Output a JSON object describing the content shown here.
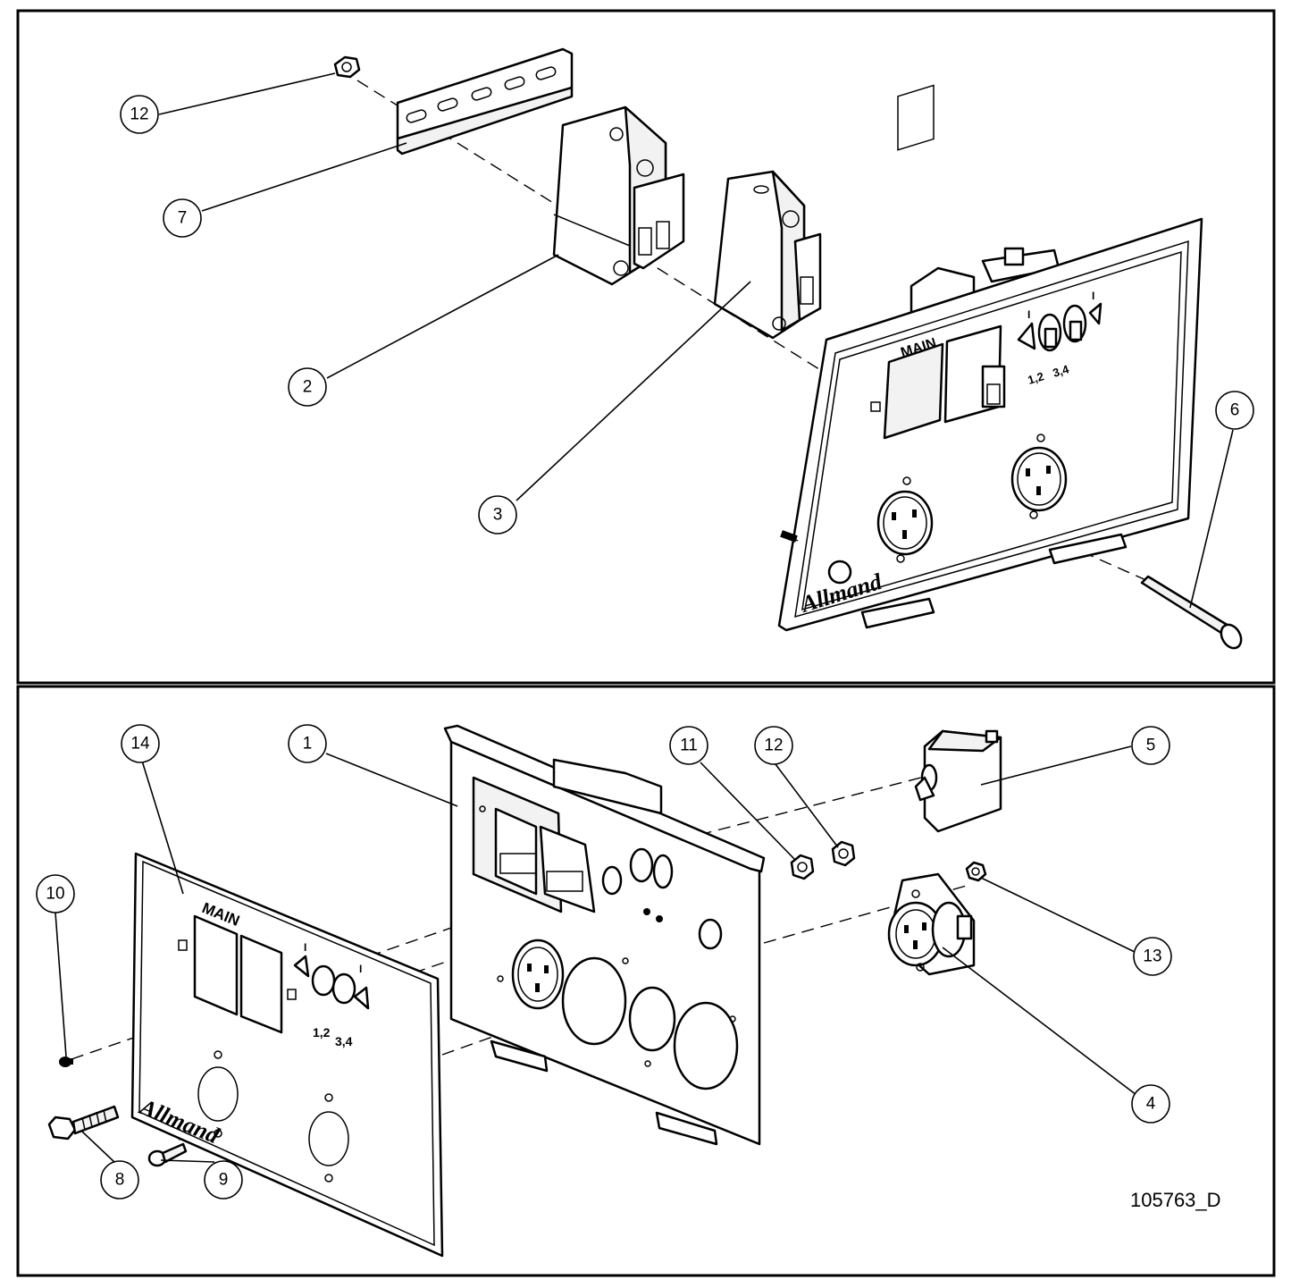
{
  "balloons": {
    "top": {
      "b12": "12",
      "b7": "7",
      "b2": "2",
      "b3": "3",
      "b6": "6"
    },
    "bottom": {
      "b14": "14",
      "b1": "1",
      "b11": "11",
      "b12": "12",
      "b5": "5",
      "b10": "10",
      "b13": "13",
      "b4": "4",
      "b8": "8",
      "b9": "9"
    }
  },
  "panel_markings": {
    "main_label": "MAIN",
    "brand": "Allmand",
    "circuit_a": "1,2",
    "circuit_b": "3,4",
    "switch_on": "I"
  },
  "drawing_number": "105763_D"
}
